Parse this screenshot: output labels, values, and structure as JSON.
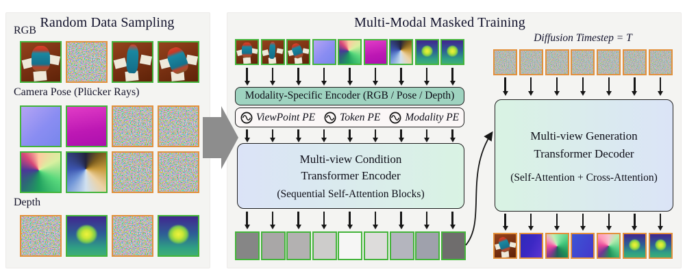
{
  "colors": {
    "panel_bg": "#f4f4f2",
    "green_border": "#43b43a",
    "orange_border": "#e2903c",
    "modality_encoder_fill": "#9fd3c0",
    "encoder_gradient": [
      "#dbe3f7",
      "#d9f3e3"
    ],
    "decoder_gradient": [
      "#d9f3e3",
      "#dbe4f7"
    ],
    "big_arrow_gray": "#8d8d8d",
    "ink": "#161616"
  },
  "left_panel": {
    "title": "Random Data Sampling",
    "rgb_label": "RGB",
    "pose_label": "Camera Pose (Plücker Rays)",
    "depth_label": "Depth",
    "rgb_row": [
      {
        "type": "rgb-front",
        "border": "green"
      },
      {
        "type": "noise",
        "border": "orange"
      },
      {
        "type": "rgb-side",
        "border": "green"
      },
      {
        "type": "rgb-top",
        "border": "green"
      }
    ],
    "pose_row1": [
      {
        "type": "pose-linear-blue",
        "border": "green"
      },
      {
        "type": "pose-linear-magenta",
        "border": "green"
      },
      {
        "type": "noise",
        "border": "orange"
      },
      {
        "type": "noise",
        "border": "orange"
      }
    ],
    "pose_row2": [
      {
        "type": "pose-conic-rainbow",
        "border": "green"
      },
      {
        "type": "pose-conic-bluegold",
        "border": "green"
      },
      {
        "type": "noise",
        "border": "orange"
      },
      {
        "type": "noise",
        "border": "orange"
      }
    ],
    "depth_row": [
      {
        "type": "noise",
        "border": "orange"
      },
      {
        "type": "depth",
        "border": "green"
      },
      {
        "type": "noise",
        "border": "orange"
      },
      {
        "type": "depth",
        "border": "green"
      }
    ]
  },
  "training_panel": {
    "title": "Multi-Modal Masked Training",
    "input_tokens": [
      {
        "type": "rgb-front",
        "border": "green"
      },
      {
        "type": "rgb-side",
        "border": "green"
      },
      {
        "type": "rgb-top",
        "border": "green"
      },
      {
        "type": "pose-linear-blue",
        "border": "green"
      },
      {
        "type": "pose-conic-rainbow",
        "border": "green"
      },
      {
        "type": "pose-linear-magenta",
        "border": "green"
      },
      {
        "type": "pose-conic-bluegold",
        "border": "green"
      },
      {
        "type": "depth",
        "border": "green"
      },
      {
        "type": "depth",
        "border": "green"
      }
    ],
    "modality_encoder_label": "Modality-Specific Encoder (RGB / Pose / Depth)",
    "pe_items": [
      {
        "label": "ViewPoint PE"
      },
      {
        "label": "Token PE"
      },
      {
        "label": "Modality PE"
      }
    ],
    "condition_encoder": {
      "line1": "Multi-view Condition",
      "line2": "Transformer Encoder",
      "line3": "(Sequential Self-Attention Blocks)"
    },
    "latent_tokens": [
      "#868686",
      "#a9a7a7",
      "#b3b1b1",
      "#cdcccb",
      "#f6f6f5",
      "#dddcdb",
      "#b4b5be",
      "#9fa1ac",
      "#6f6d6d"
    ],
    "diffusion_label": "Diffusion Timestep = T",
    "noise_tokens": [
      {
        "type": "noise",
        "border": "orange"
      },
      {
        "type": "noise",
        "border": "orange"
      },
      {
        "type": "noise",
        "border": "orange"
      },
      {
        "type": "noise",
        "border": "orange"
      },
      {
        "type": "noise",
        "border": "orange"
      },
      {
        "type": "noise",
        "border": "orange"
      },
      {
        "type": "noise",
        "border": "orange"
      }
    ],
    "decoder": {
      "line1": "Multi-view Generation",
      "line2": "Transformer Decoder",
      "line3": "(Self-Attention + Cross-Attention)"
    },
    "output_tokens": [
      {
        "type": "rgb-top",
        "border": "orange"
      },
      {
        "type": "out-linear-blue1",
        "border": "orange"
      },
      {
        "type": "out-conic-pinkgreen1",
        "border": "orange"
      },
      {
        "type": "out-linear-blue2",
        "border": "orange"
      },
      {
        "type": "out-conic-pinkgreen2",
        "border": "orange"
      },
      {
        "type": "depth",
        "border": "orange"
      },
      {
        "type": "depth",
        "border": "orange"
      }
    ]
  }
}
